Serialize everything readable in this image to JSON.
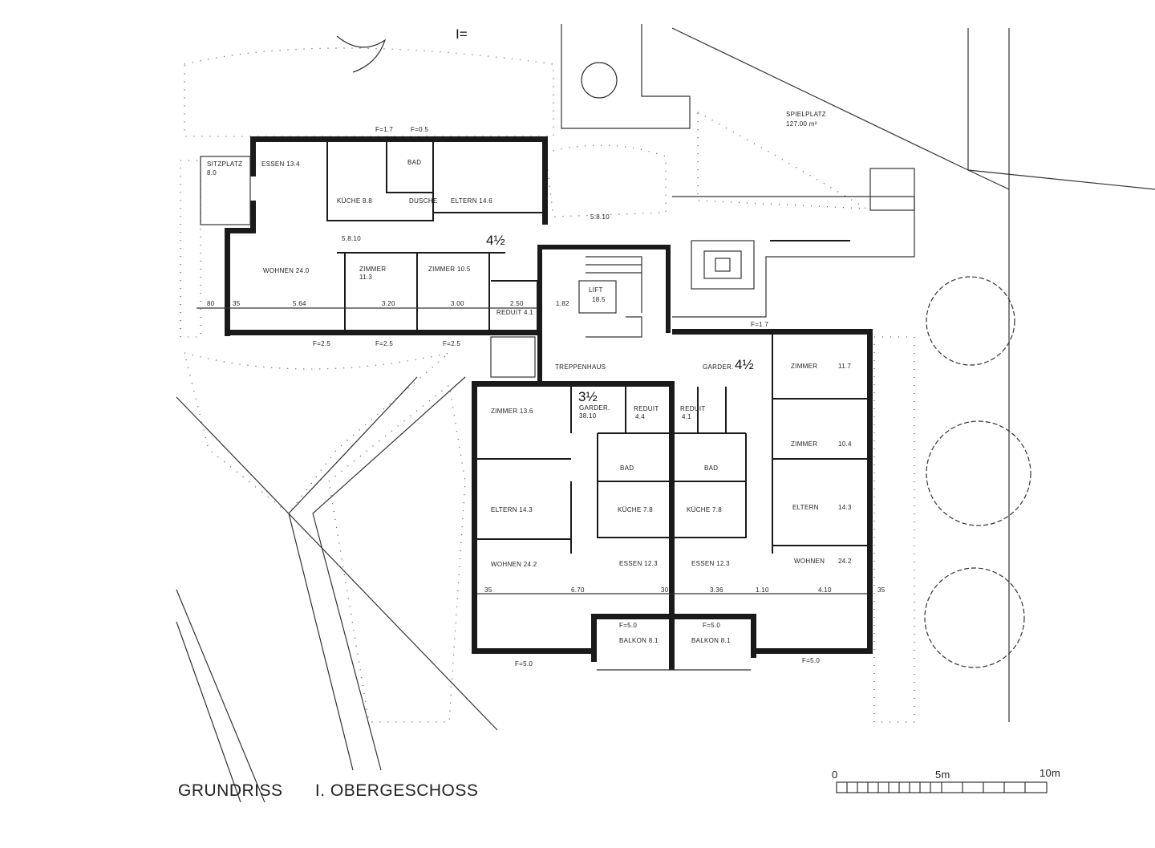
{
  "plan": {
    "title": "GRUNDRISS",
    "subtitle": "I. OBERGESCHOSS",
    "north_mark": "I=",
    "scale": {
      "zero": "0",
      "mid": "5m",
      "end": "10m"
    }
  },
  "apartments": {
    "upper_left": "4½",
    "middle": "3½",
    "right": "4½"
  },
  "rooms": {
    "sitzplatz": "SITZPLATZ",
    "sitzplatz_area": "8.0",
    "essen_ul": "ESSEN 13.4",
    "kueche_ul": "KÜCHE 8.8",
    "bad_ul": "BAD",
    "dusche_ul": "DUSCHE",
    "eltern_ul": "ELTERN 14.6",
    "wohnen_ul": "WOHNEN 24.0",
    "zimmer_ul1": "ZIMMER",
    "zimmer_ul1_area": "11.3",
    "zimmer_ul2": "ZIMMER 10.5",
    "reduit_ul": "REDUIT 4.1",
    "corridor_ul": "5.8.10",
    "lift": "LIFT",
    "lift_area": "18.5",
    "treppenhaus": "TREPPENHAUS",
    "zimmer_m": "ZIMMER 13.6",
    "garder_m": "GARDER.",
    "garder_m_area": "38.10",
    "reduit_m": "REDUIT",
    "reduit_m_area": "4.4",
    "reduit_r": "REDUIT",
    "reduit_r_area": "4.1",
    "bad_m": "BAD",
    "bad_r": "BAD",
    "eltern_m": "ELTERN 14.3",
    "kueche_m": "KÜCHE 7.8",
    "kueche_r": "KÜCHE 7.8",
    "wohnen_m": "WOHNEN 24.2",
    "essen_m": "ESSEN 12.3",
    "essen_r": "ESSEN 12.3",
    "garder_r": "GARDER.",
    "zimmer_r1": "ZIMMER",
    "zimmer_r1_area": "11.7",
    "zimmer_r2": "ZIMMER",
    "zimmer_r2_area": "10.4",
    "eltern_r": "ELTERN",
    "eltern_r_area": "14.3",
    "wohnen_r": "WOHNEN",
    "wohnen_r_area": "24.2",
    "balkon_m": "BALKON 8.1",
    "balkon_r": "BALKON 8.1",
    "spielplatz": "SPIELPLATZ",
    "spielplatz_area": "127.00 m²"
  },
  "dimensions": {
    "d1": "80",
    "d2": "35",
    "d3": "5.64",
    "d4": "3.20",
    "d5": "3.00",
    "d6": "2.50",
    "d7": "1.82",
    "d8": "35",
    "d9": "6.70",
    "d10": "30",
    "d11": "3.36",
    "d12": "1.10",
    "d13": "4.10",
    "d14": "35",
    "f1": "F=1.7",
    "f2": "F=0.5",
    "f3": "F=2.5",
    "f4": "F=2.5",
    "f5": "F=2.5",
    "f6": "F=5.0",
    "f7": "F=5.0",
    "f8": "F=5.0",
    "f9": "F=5.0",
    "f10": "F=1.7",
    "f11": "5.8.10"
  }
}
